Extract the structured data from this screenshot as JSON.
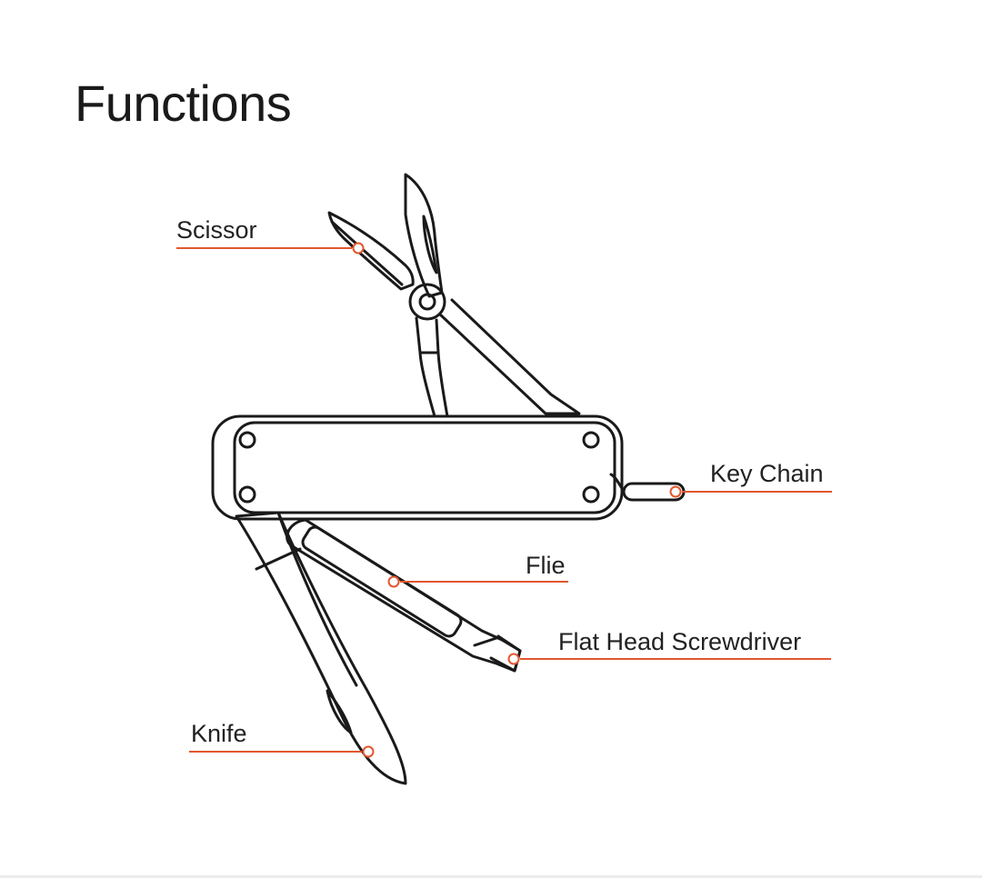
{
  "title": "Functions",
  "accent_color": "#e2572f",
  "line_color": "#1a1a1a",
  "tool_body_name": "pocket-knife",
  "callouts": {
    "scissor": "Scissor",
    "key_chain": "Key Chain",
    "file": "Flie",
    "screwdriver": "Flat Head Screwdriver",
    "knife": "Knife"
  }
}
